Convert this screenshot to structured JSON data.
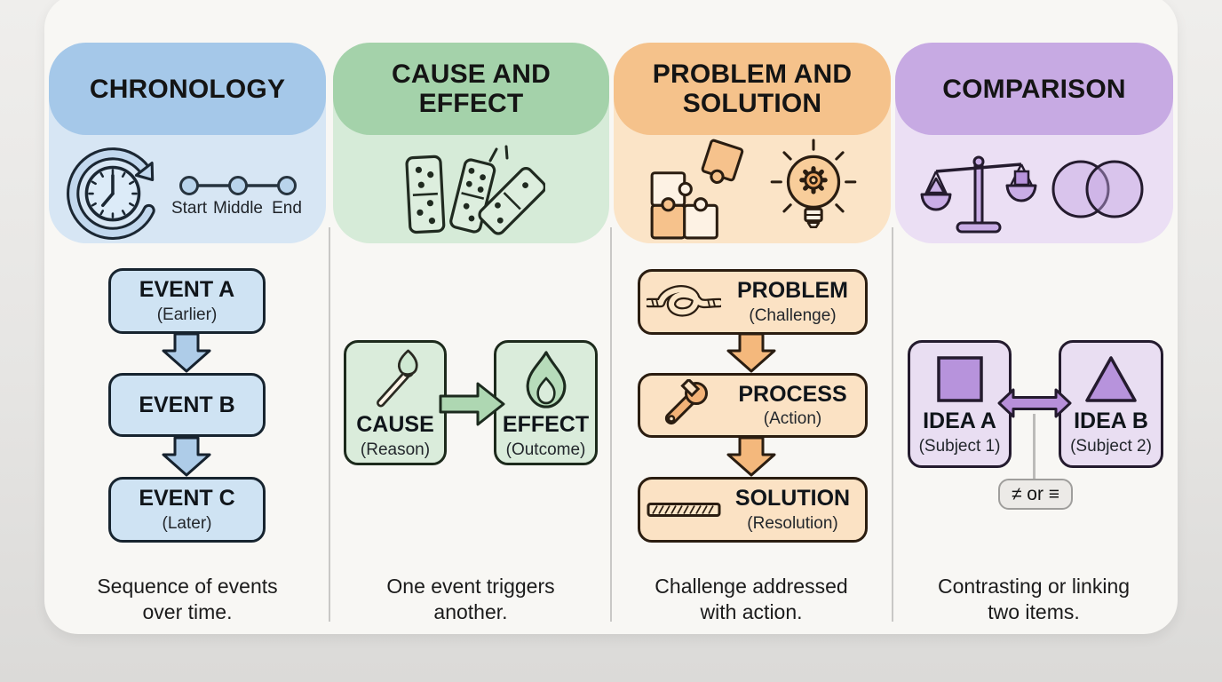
{
  "page": {
    "background_top": "#efeeec",
    "background_bottom": "#dbdad8",
    "card_color": "#f8f7f4"
  },
  "columns": [
    {
      "key": "chronology",
      "title_lines": [
        "CHRONOLOGY"
      ],
      "accent": "#a5c8e9",
      "panel_color": "#d7e6f4",
      "box_fill": "#cfe3f3",
      "arrow_fill": "#aecce8",
      "icons": [
        "clock-cycle-icon",
        "timeline-icon"
      ],
      "timeline_labels": [
        "Start",
        "Middle",
        "End"
      ],
      "boxes": [
        {
          "label": "EVENT A",
          "sub": "(Earlier)"
        },
        {
          "label": "EVENT B",
          "sub": ""
        },
        {
          "label": "EVENT C",
          "sub": "(Later)"
        }
      ],
      "caption_lines": [
        "Sequence of events",
        "over time."
      ]
    },
    {
      "key": "cause-and-effect",
      "title_lines": [
        "CAUSE AND",
        "EFFECT"
      ],
      "accent": "#a4d2aa",
      "panel_color": "#d6ebd8",
      "box_fill": "#daecdb",
      "arrow_fill": "#aed7b2",
      "icons": [
        "dominoes-icon"
      ],
      "boxes": [
        {
          "label": "CAUSE",
          "sub": "(Reason)",
          "icon": "match-icon"
        },
        {
          "label": "EFFECT",
          "sub": "(Outcome)",
          "icon": "flame-icon"
        }
      ],
      "caption_lines": [
        "One event triggers",
        "another."
      ]
    },
    {
      "key": "problem-and-solution",
      "title_lines": [
        "PROBLEM AND",
        "SOLUTION"
      ],
      "accent": "#f5c28b",
      "panel_color": "#fbe4c7",
      "box_fill": "#fbe2c4",
      "arrow_fill": "#f4b87c",
      "icons": [
        "puzzle-icon",
        "lightbulb-gear-icon"
      ],
      "boxes": [
        {
          "label": "PROBLEM",
          "sub": "(Challenge)",
          "icon": "knot-icon"
        },
        {
          "label": "PROCESS",
          "sub": "(Action)",
          "icon": "wrench-icon"
        },
        {
          "label": "SOLUTION",
          "sub": "(Resolution)",
          "icon": "rope-icon"
        }
      ],
      "caption_lines": [
        "Challenge addressed",
        "with action."
      ]
    },
    {
      "key": "comparison",
      "title_lines": [
        "COMPARISON"
      ],
      "accent": "#c7aae3",
      "panel_color": "#ebdff4",
      "box_fill": "#e9def2",
      "arrow_fill": "#b78fd9",
      "icons": [
        "balance-scale-icon",
        "venn-diagram-icon"
      ],
      "boxes": [
        {
          "label": "IDEA A",
          "sub": "(Subject 1)",
          "icon": "square-icon"
        },
        {
          "label": "IDEA B",
          "sub": "(Subject 2)",
          "icon": "triangle-icon"
        }
      ],
      "badge": "≠ or ≡",
      "caption_lines": [
        "Contrasting or linking",
        "two items."
      ]
    }
  ]
}
